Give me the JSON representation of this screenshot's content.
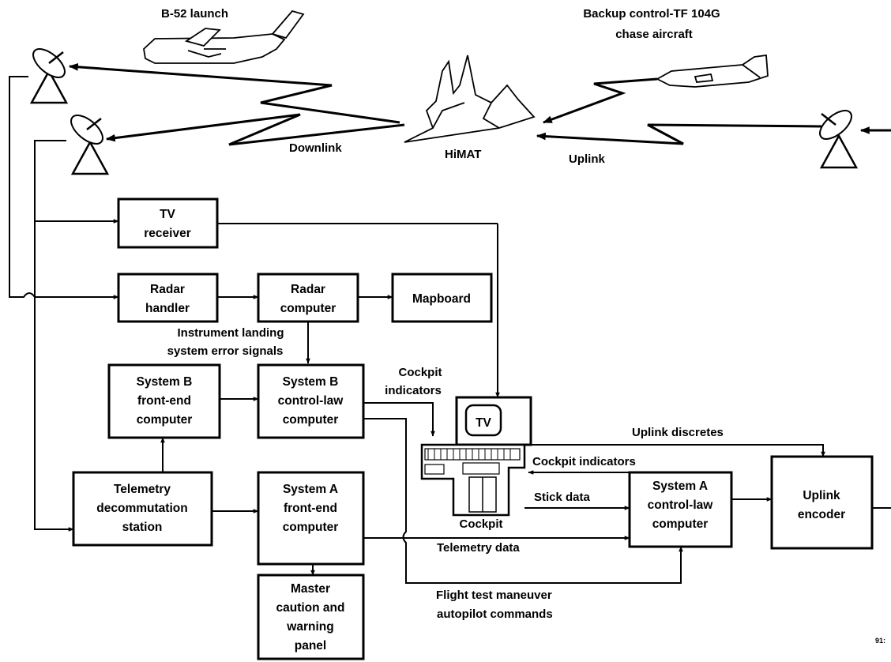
{
  "aircraft": {
    "b52_label": "B-52 launch",
    "chase_label": [
      "Backup control-TF 104G",
      "chase aircraft"
    ],
    "himat_label": "HiMAT"
  },
  "links": {
    "downlink_label": "Downlink",
    "uplink_label": "Uplink"
  },
  "blocks": {
    "tv_receiver": [
      "TV",
      "receiver"
    ],
    "radar_handler": [
      "Radar",
      "handler"
    ],
    "radar_computer": [
      "Radar",
      "computer"
    ],
    "mapboard": [
      "Mapboard"
    ],
    "system_b_front_end": [
      "System B",
      "front-end",
      "computer"
    ],
    "system_b_control_law": [
      "System B",
      "control-law",
      "computer"
    ],
    "telemetry_decom": [
      "Telemetry",
      "decommutation",
      "station"
    ],
    "system_a_front_end": [
      "System A",
      "front-end",
      "computer"
    ],
    "master_caution": [
      "Master",
      "caution and",
      "warning",
      "panel"
    ],
    "system_a_control_law": [
      "System A",
      "control-law",
      "computer"
    ],
    "uplink_encoder": [
      "Uplink",
      "encoder"
    ]
  },
  "cockpit": {
    "tv_label": "TV",
    "cockpit_label": "Cockpit"
  },
  "signal_labels": {
    "ils_error": [
      "Instrument landing",
      "system error signals"
    ],
    "cockpit_indicators_top": [
      "Cockpit",
      "indicators"
    ],
    "uplink_discretes": "Uplink discretes",
    "cockpit_indicators_right": "Cockpit indicators",
    "stick_data": "Stick data",
    "telemetry_data": "Telemetry data",
    "flight_test": [
      "Flight test maneuver",
      "autopilot commands"
    ]
  },
  "figure_number": "91:"
}
